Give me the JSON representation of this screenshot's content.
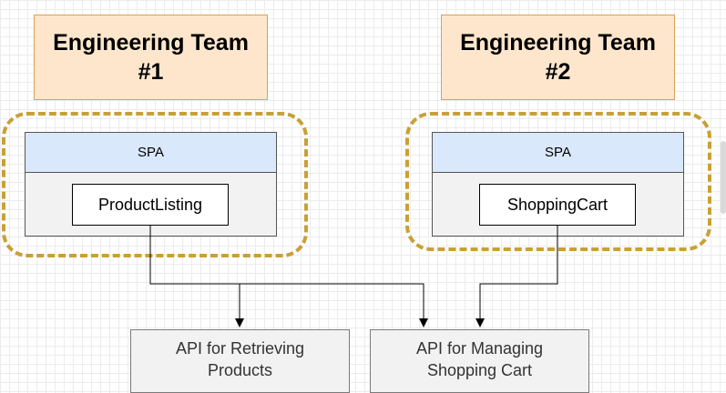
{
  "teams": [
    {
      "line1": "Engineering Team",
      "line2": "#1"
    },
    {
      "line1": "Engineering Team",
      "line2": "#2"
    }
  ],
  "spas": [
    {
      "header": "SPA",
      "component": "ProductListing"
    },
    {
      "header": "SPA",
      "component": "ShoppingCart"
    }
  ],
  "apis": [
    {
      "line1": "API for Retrieving",
      "line2": "Products"
    },
    {
      "line1": "API for Managing",
      "line2": "Shopping Cart"
    }
  ],
  "colors": {
    "team_fill": "#fde6cc",
    "team_stroke": "#d6a35a",
    "dash_stroke": "#c9a037",
    "spa_header": "#dae8fc",
    "spa_body": "#f2f2f2",
    "api_fill": "#f2f2f2"
  }
}
